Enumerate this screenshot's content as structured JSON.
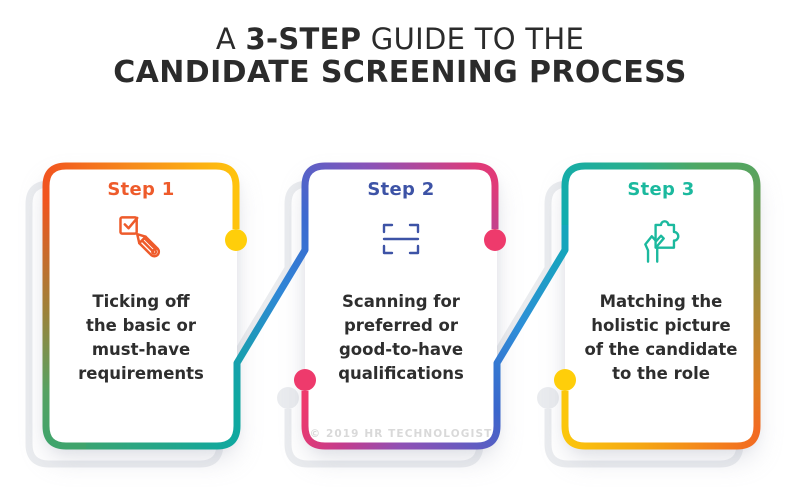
{
  "title": {
    "prefix": "A ",
    "highlight": "3-STEP",
    "suffix": " GUIDE TO THE",
    "line2": "CANDIDATE SCREENING PROCESS"
  },
  "steps": [
    {
      "label": "Step 1",
      "icon": "pencil-checkbox-icon",
      "accent_color": "#EE5B2B",
      "lines": [
        "Ticking off",
        "the basic or",
        "must-have",
        "requirements"
      ]
    },
    {
      "label": "Step 2",
      "icon": "scan-frame-icon",
      "accent_color": "#3D53A6",
      "lines": [
        "Scanning for",
        "preferred or",
        "good-to-have",
        "qualifications"
      ]
    },
    {
      "label": "Step 3",
      "icon": "puzzle-hand-icon",
      "accent_color": "#1BB99E",
      "lines": [
        "Matching the",
        "holistic picture",
        "of the candidate",
        "to the role"
      ]
    }
  ],
  "footer": {
    "copyright": "© 2019 HR TECHNOLOGIST"
  },
  "palette": {
    "text_dark": "#2B2B2B",
    "copyright_gray": "#D9D9D9",
    "dot_yellow": "#FFCE0A",
    "dot_pink": "#EE3A6C",
    "r1_top": [
      "#FFC30D",
      "#F68A1C",
      "#F1551F"
    ],
    "r1_left": [
      "#F1551F",
      "#9D8139",
      "#55A263",
      "#3FA46C"
    ],
    "r1_bottom": [
      "#3FA46C",
      "#0FA8A0"
    ],
    "r1_right_to_card2": [
      "#0FA8A0",
      "#2F87D6",
      "#3B6AD0",
      "#8952B8",
      "#E03A78"
    ],
    "r2_card2_bottom": [
      "#EE3A6C",
      "#C43C8C",
      "#9050B4"
    ],
    "r2_card2_right": [
      "#9050B4",
      "#3A66CC",
      "#2E8ED8",
      "#15A5BC"
    ],
    "r2_card3_top": [
      "#0FACAF",
      "#2BAE8C",
      "#4FA763"
    ],
    "r2_card3_right": [
      "#4FA763",
      "#8C9144",
      "#E07D20",
      "#F26B22"
    ],
    "r2_card3_bottom": [
      "#F26B22",
      "#F5A713",
      "#FBC60C"
    ]
  }
}
